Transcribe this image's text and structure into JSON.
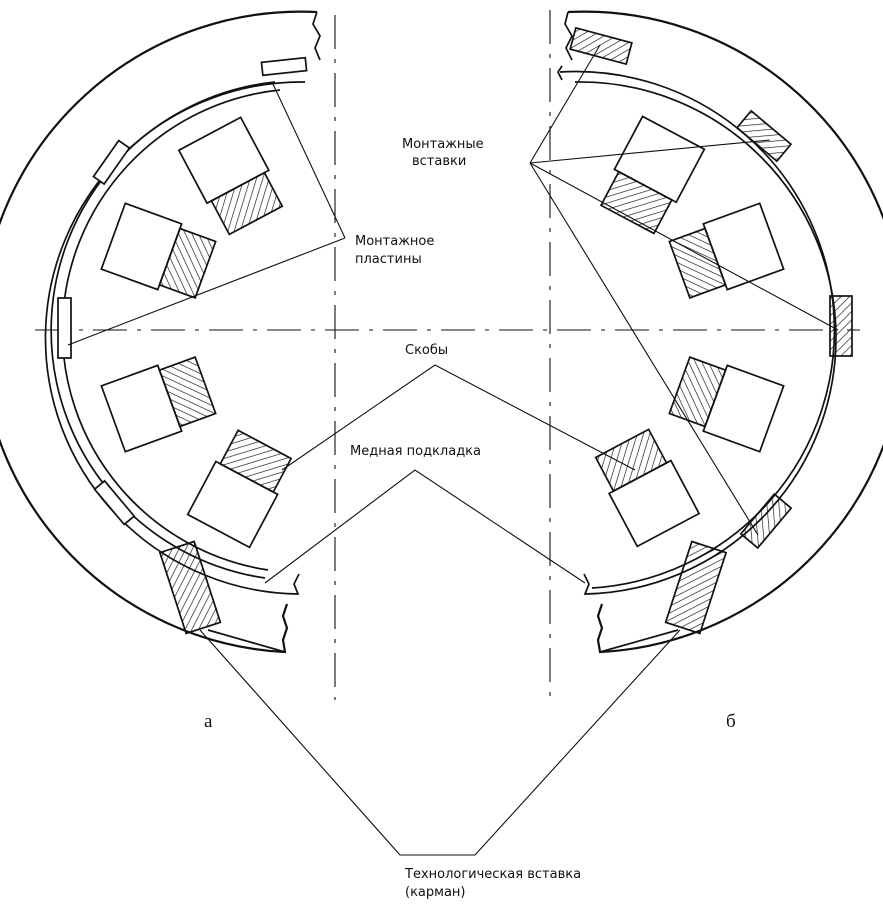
{
  "labels": {
    "mounting_plate": [
      "Монтажное",
      "пластины"
    ],
    "mounting_inserts": [
      "Монтажные",
      "вставки"
    ],
    "brackets": "Скобы",
    "copper_lining": "Медная подкладка",
    "tech_insert": [
      "Технологическая вставка",
      "(карман)"
    ]
  },
  "panels": [
    "а",
    "б"
  ]
}
